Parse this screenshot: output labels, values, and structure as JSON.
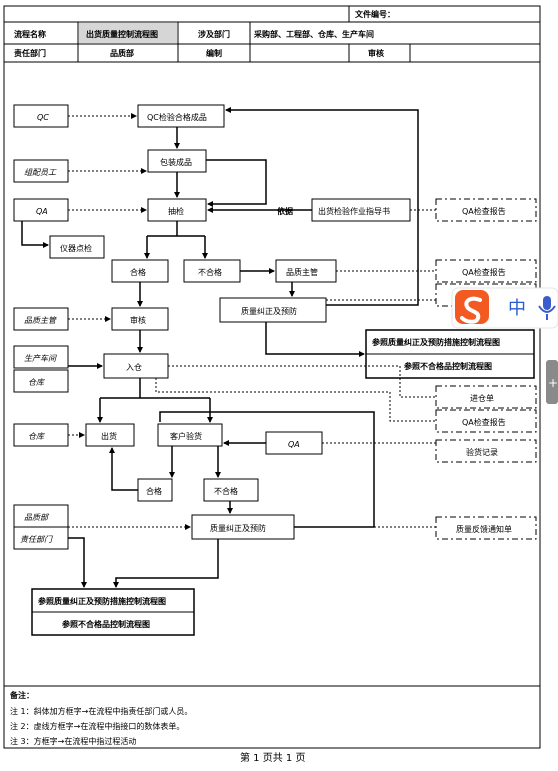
{
  "header": {
    "file_no_label": "文件编号：",
    "process_name_label": "流程名称",
    "process_name": "出货质量控制流程图",
    "dept_involved_label": "涉及部门",
    "dept_involved": "采购部、工程部、仓库、生产车间",
    "owner_dept_label": "责任部门",
    "owner_dept": "品质部",
    "prepared_label": "编制",
    "review_label": "审核"
  },
  "roles": {
    "qc": "QC",
    "packer": "组配员工",
    "qa": "QA",
    "quality_manager": "品质主管",
    "production": "生产车间",
    "warehouse1": "仓库",
    "warehouse2": "仓库",
    "quality_dept": "品质部",
    "responsible_dept": "责任部门"
  },
  "process": {
    "qc_inspect": "QC检验合格成品",
    "pack": "包装成品",
    "sample": "抽检",
    "instrument": "仪器点检",
    "pass": "合格",
    "fail": "不合格",
    "manager": "品质主管",
    "review": "审核",
    "correct": "质量纠正及预防",
    "warehouse_in": "入仓",
    "ship": "出货",
    "customer_check": "客户验货",
    "qa_customer": "QA",
    "pass2": "合格",
    "fail2": "不合格",
    "correct2": "质量纠正及预防",
    "guide": "出货检验作业指导书",
    "basis": "依据"
  },
  "references": {
    "ref1a": "参照质量纠正及预防措施控制流程图",
    "ref1b": "参照不合格品控制流程图",
    "ref2a": "参照质量纠正及预防措施控制流程图",
    "ref2b": "参照不合格品控制流程图"
  },
  "records": {
    "qa_report1": "QA检查报告",
    "qa_report2": "QA检查报告",
    "stock_in": "进仓单",
    "qa_report3": "QA检查报告",
    "inspection_record": "验货记录",
    "feedback": "质量反馈通知单"
  },
  "ime": {
    "zh": "中"
  },
  "notes": {
    "title": "备注：",
    "n1": "注 1：斜体加方框字→在流程中指责任部门或人员。",
    "n2": "注 2：虚线方框字→在流程中指接口的数体表单。",
    "n3": "注 3：方框字→在流程中指过程活动"
  },
  "footer": {
    "page": "第 1 页共 1 页"
  }
}
